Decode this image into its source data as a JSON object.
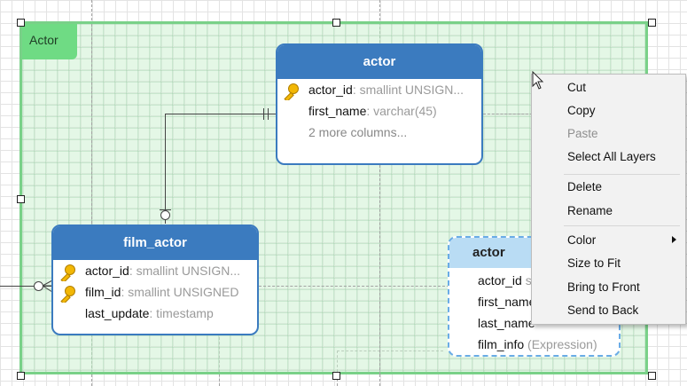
{
  "layer": {
    "label": "Actor",
    "accent_color": "#79d188",
    "tag_color": "#6fdb84"
  },
  "tables": {
    "actor": {
      "title": "actor",
      "columns": [
        {
          "name": "actor_id",
          "type": ": smallint UNSIGN...",
          "primary_key": true
        },
        {
          "name": "first_name",
          "type": ": varchar(45)",
          "primary_key": false
        }
      ],
      "more": "2 more columns...",
      "color": "#3b7bbf"
    },
    "film_actor": {
      "title": "film_actor",
      "columns": [
        {
          "name": "actor_id",
          "type": ": smallint UNSIGN...",
          "primary_key": true
        },
        {
          "name": "film_id",
          "type": ": smallint UNSIGNED",
          "primary_key": true
        },
        {
          "name": "last_update",
          "type": ": timestamp",
          "primary_key": false
        }
      ],
      "color": "#3b7bbf"
    },
    "actor_view": {
      "title": "actor",
      "columns": [
        {
          "name": "actor_id",
          "type": " s"
        },
        {
          "name": "first_name",
          "type": ""
        },
        {
          "name": "last_name",
          "type": ""
        },
        {
          "name": "film_info",
          "type": " (Expression)"
        }
      ],
      "color": "#6aace6"
    }
  },
  "context_menu": {
    "items": [
      {
        "label": "Cut",
        "enabled": true
      },
      {
        "label": "Copy",
        "enabled": true
      },
      {
        "label": "Paste",
        "enabled": false
      },
      {
        "label": "Select All Layers",
        "enabled": true
      },
      {
        "label": "Delete",
        "enabled": true
      },
      {
        "label": "Rename",
        "enabled": true
      },
      {
        "label": "Color",
        "enabled": true,
        "submenu": true
      },
      {
        "label": "Size to Fit",
        "enabled": true
      },
      {
        "label": "Bring to Front",
        "enabled": true
      },
      {
        "label": "Send to Back",
        "enabled": true
      }
    ]
  }
}
